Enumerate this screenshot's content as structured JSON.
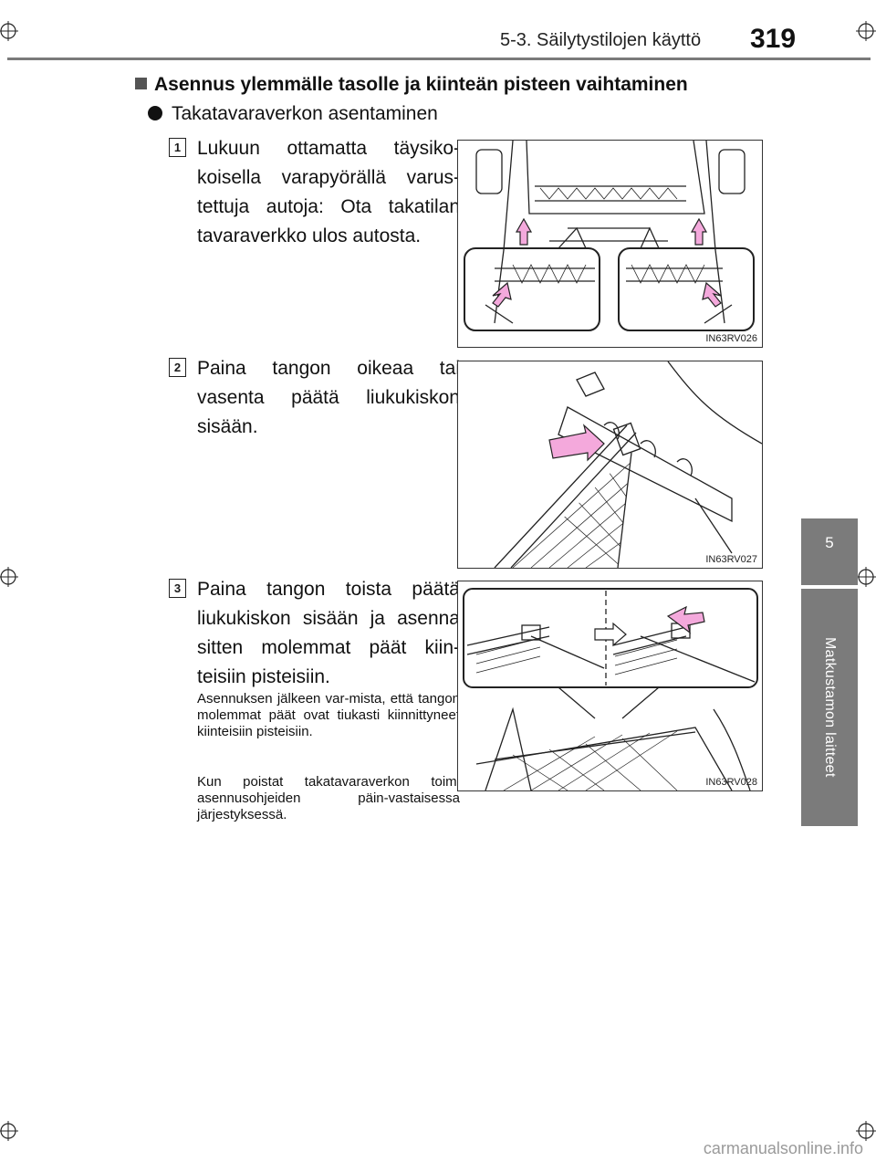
{
  "header": {
    "section": "5-3. Säilytystilojen käyttö",
    "page_number": "319"
  },
  "side_tab": {
    "chapter_number": "5",
    "chapter_title": "Matkustamon laitteet"
  },
  "content": {
    "heading": "Asennus ylemmälle tasolle ja kiinteän pisteen vaihtaminen",
    "subheading": "Takatavaraverkon asentaminen",
    "steps": [
      {
        "number": "1",
        "text": "Lukuun ottamatta täysiko-koisella varapyörällä varus-tettuja autoja: Ota takatilan tavaraverkko ulos autosta.",
        "figure_code": "IN63RV026"
      },
      {
        "number": "2",
        "text": "Paina tangon oikeaa tai vasenta päätä liukukiskon sisään.",
        "figure_code": "IN63RV027"
      },
      {
        "number": "3",
        "text": "Paina tangon toista päätä liukukiskon sisään ja asenna sitten molemmat päät kiin-teisiin pisteisiin.",
        "figure_code": "IN63RV028"
      }
    ],
    "note_1": "Asennuksen jälkeen var-mista, että tangon molemmat päät ovat tiukasti kiinnittyneet kiinteisiin pisteisiin.",
    "note_2": "Kun poistat takatavaraverkon toimi asennusohjeiden päin-vastaisessa järjestyksessä."
  },
  "footer": {
    "watermark": "carmanualsonline.info"
  },
  "colors": {
    "side_tab": "#7b7b7b",
    "arrow_fill": "#f4a9dc",
    "header_rule": "#7a7a7a"
  }
}
